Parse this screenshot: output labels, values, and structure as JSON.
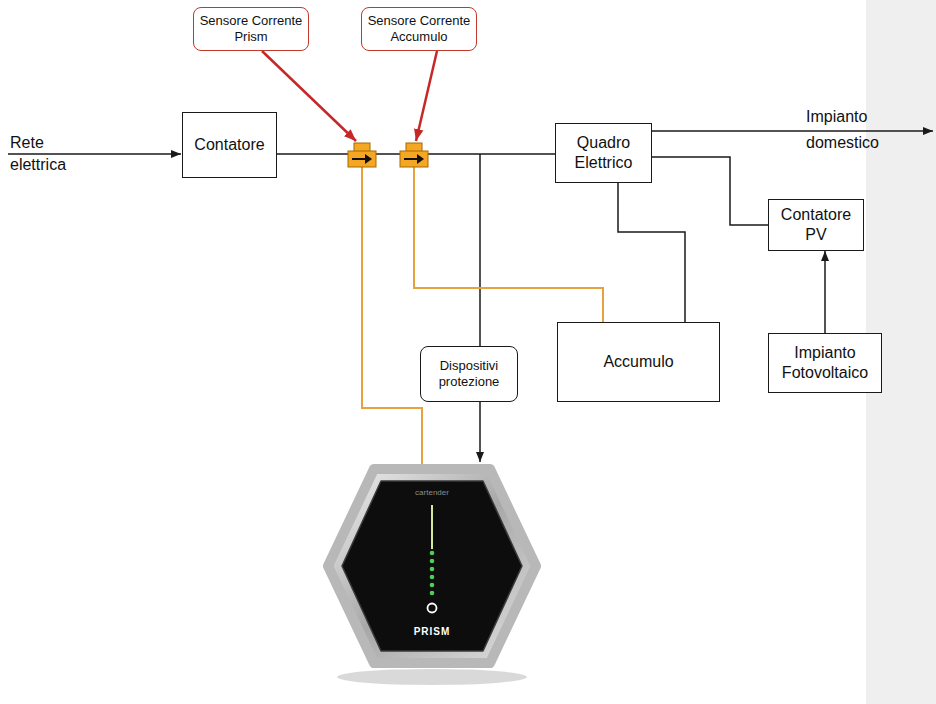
{
  "diagram": {
    "nodes": [
      {
        "text": [
          "Sensore Corrente Prism"
        ]
      },
      {
        "text": [
          "Sensore Corrente Accumulo"
        ]
      },
      {
        "text": [
          "Contatore"
        ]
      },
      {
        "text": [
          "Quadro Elettrico"
        ]
      },
      {
        "text": [
          "Contatore PV"
        ]
      },
      {
        "text": [
          "Dispositivi protezione"
        ]
      },
      {
        "text": [
          "Accumulo"
        ]
      },
      {
        "text": [
          "Impianto Fotovoltaico"
        ]
      }
    ],
    "edges": [
      {
        "from": 2,
        "to": 3,
        "arrow": "none"
      },
      {
        "from": 3,
        "to": 6,
        "arrow": "none"
      },
      {
        "from": 3,
        "to": 4,
        "arrow": "none"
      },
      {
        "from": 7,
        "to": 4,
        "arrow": "to"
      }
    ],
    "labels": [
      "Rete elettrica",
      "Impianto domestico",
      "cartender",
      "PRISM"
    ]
  }
}
